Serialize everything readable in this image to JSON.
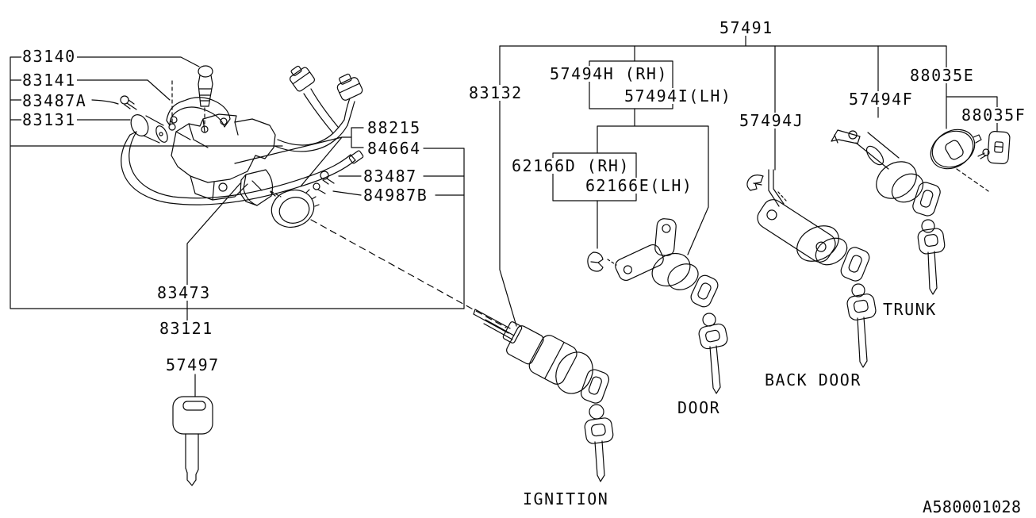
{
  "page": {
    "background": "#ffffff",
    "ink": "#000000"
  },
  "parts": {
    "p83140": "83140",
    "p83141": "83141",
    "p83487A": "83487A",
    "p83131": "83131",
    "p88215": "88215",
    "p84664": "84664",
    "p83487": "83487",
    "p84987B": "84987B",
    "p83473": "83473",
    "p83121": "83121",
    "p57497": "57497",
    "p57491": "57491",
    "p83132": "83132",
    "p57494H": "57494H (RH)",
    "p57494I": "57494I(LH)",
    "p62166D": "62166D (RH)",
    "p62166E": "62166E(LH)",
    "p57494J": "57494J",
    "p57494F": "57494F",
    "p88035E": "88035E",
    "p88035F": "88035F"
  },
  "captions": {
    "ignition": "IGNITION",
    "door": "DOOR",
    "back_door": "BACK DOOR",
    "trunk": "TRUNK"
  },
  "footer": {
    "drawing_number": "A580001028"
  }
}
